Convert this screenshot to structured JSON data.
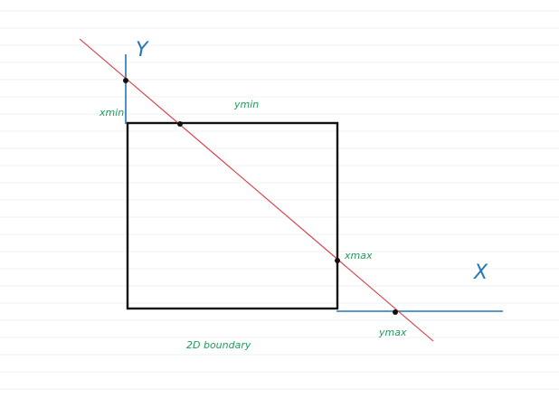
{
  "diagram": {
    "labels": {
      "y_axis": "Y",
      "x_axis": "X",
      "xmin": "xmin",
      "ymin": "ymin",
      "xmax": "xmax",
      "ymax": "ymax",
      "boundary": "2D boundary"
    },
    "colors": {
      "paper_lines": "#eef1f3",
      "axis": "#1f77b4",
      "label": "#1a9e5a",
      "clip_line": "#d9363e",
      "boundary": "#111111",
      "points": "#111111"
    }
  }
}
